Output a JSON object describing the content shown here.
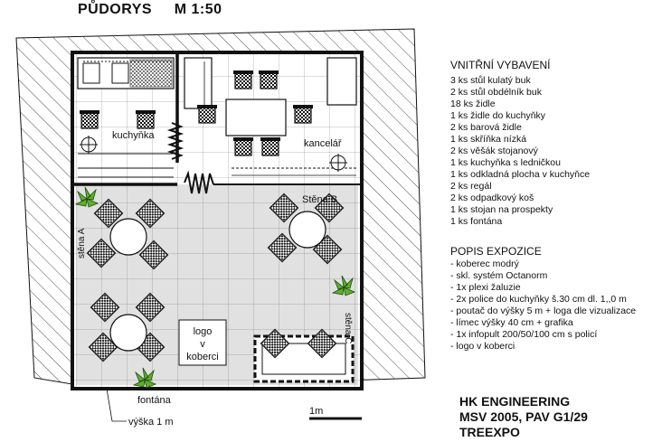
{
  "title": "PŮDORYS     M 1:50",
  "plan": {
    "labels": {
      "kitchen": "kuchyňka",
      "office": "kancelář",
      "wall_b": "Stěna B",
      "wall_a": "stěna A",
      "wall_c": "stěna C",
      "logo_line1": "logo",
      "logo_line2": "v",
      "logo_line3": "koberci",
      "fountain": "fontána",
      "height": "výška 1 m",
      "scale": "1m"
    }
  },
  "equipment": {
    "heading": "VNITŘNÍ VYBAVENÍ",
    "items": [
      "3 ks stůl kulatý buk",
      "2  ks stůl obdélník buk",
      "18 ks židle",
      "1 ks židle do kuchyňky",
      "2 ks barová židle",
      "1 ks skříňka nízká",
      "2 ks věšák stojanový",
      "1 ks kuchyňka s ledničkou",
      "1 ks odkladná plocha v kuchyňce",
      "2 ks regál",
      "2 ks odpadkový koš",
      "1 ks stojan na prospekty",
      "1 ks fontána"
    ]
  },
  "exposition": {
    "heading": "POPIS EXPOZICE",
    "items": [
      "- koberec modrý",
      "- skl. systém Octanorm",
      "- 1x plexi žaluzie",
      "- 2x police do kuchyňky š.30 cm dl. 1,,0 m",
      "- poutač do výšky 5 m + loga dle vizualizace",
      "- límec výšky 40 cm + grafika",
      "- 1x infopult 200/50/100 cm s policí",
      "- logo v koberci"
    ]
  },
  "company": {
    "line1": "HK ENGINEERING",
    "line2": "MSV 2005, PAV G1/29",
    "line3": "TREEXPO"
  }
}
